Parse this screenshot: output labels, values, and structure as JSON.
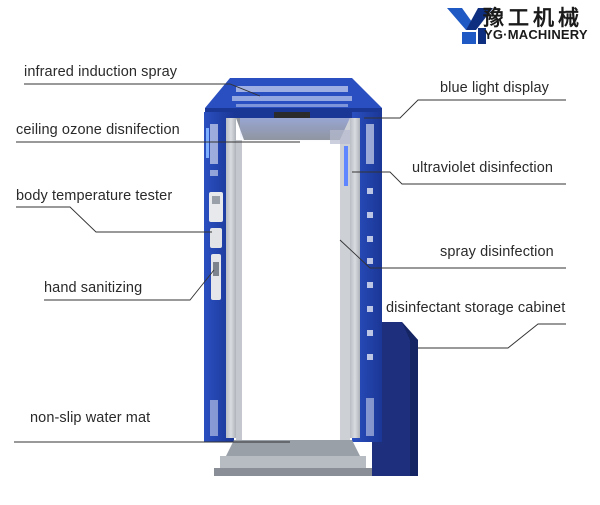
{
  "logo": {
    "mark": "YG",
    "chinese": "豫工机械",
    "english": "YG·MACHINERY"
  },
  "labels": {
    "infrared": "infrared induction spray",
    "blue_light": "blue light display",
    "ceiling_ozone": "ceiling ozone disnifection",
    "ultraviolet": "ultraviolet disinfection",
    "body_temp": "body temperature tester",
    "spray": "spray disinfection",
    "hand_sanitizing": "hand sanitizing",
    "cabinet": "disinfectant storage cabinet",
    "mat": "non-slip water mat"
  },
  "colors": {
    "frame_blue": "#1e3fa8",
    "frame_dark": "#16318a",
    "steel": "#c9ccd2",
    "steel_dark": "#9ea3ab",
    "cabinet": "#1d2f7d",
    "leader": "#333333",
    "logo_blue": "#1f59c4"
  }
}
